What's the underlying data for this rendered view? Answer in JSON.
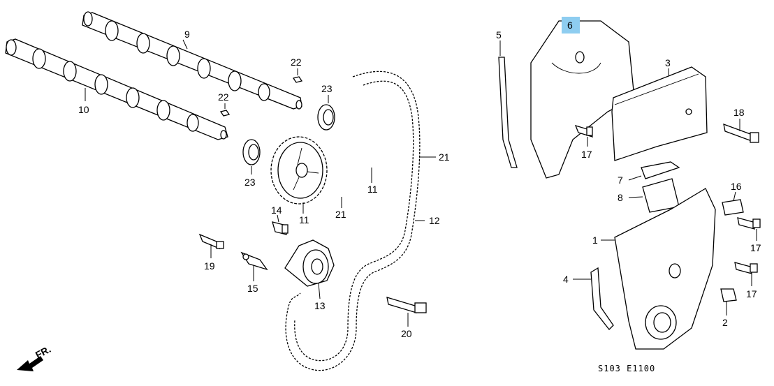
{
  "highlight_color": "#8ecdf0",
  "callouts": {
    "p9": "9",
    "p10": "10",
    "p22a": "22",
    "p22b": "22",
    "p23a": "23",
    "p23b": "23",
    "p21a": "21",
    "p21b": "21",
    "p11a": "11",
    "p11b": "11",
    "p12": "12",
    "p14": "14",
    "p19": "19",
    "p15": "15",
    "p13": "13",
    "p20": "20",
    "p5": "5",
    "p6": "6",
    "p3": "3",
    "p18": "18",
    "p17a": "17",
    "p7": "7",
    "p8": "8",
    "p16": "16",
    "p17b": "17",
    "p1": "1",
    "p17c": "17",
    "p4": "4",
    "p2": "2"
  },
  "diagram_code": "S103 E1100",
  "direction_label": "FR."
}
